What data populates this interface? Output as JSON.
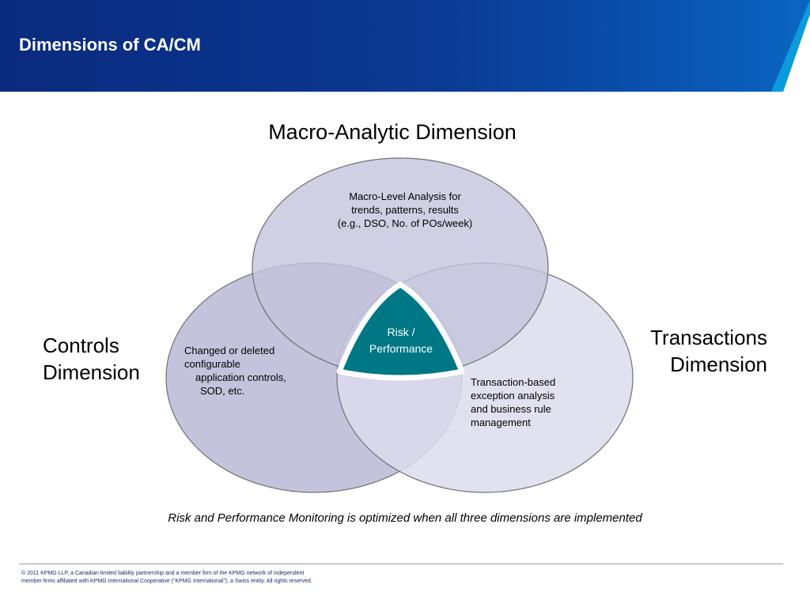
{
  "header": {
    "title": "Dimensions of CA/CM",
    "colors": {
      "dark_blue": "#0a2a7e",
      "mid_blue": "#0d4aa8",
      "accent_cyan": "#00a3de"
    }
  },
  "diagram": {
    "macro": {
      "title": "Macro-Analytic Dimension",
      "description": [
        "Macro-Level Analysis for",
        "trends, patterns, results",
        "(e.g., DSO, No. of POs/week)"
      ]
    },
    "controls": {
      "title": [
        "Controls",
        "Dimension"
      ],
      "description": [
        "Changed or deleted",
        "configurable",
        "application controls,",
        "SOD, etc."
      ]
    },
    "transactions": {
      "title": [
        "Transactions",
        "Dimension"
      ],
      "description": [
        "Transaction-based",
        "exception analysis",
        "and business rule",
        "management"
      ]
    },
    "center": {
      "label": [
        "Risk /",
        "Performance"
      ],
      "color": "#007784"
    },
    "colors": {
      "circle_top": "#c3c4dc",
      "circle_left": "#c3c4dc",
      "circle_right": "#dcdcec",
      "outline": "#707070"
    }
  },
  "caption": "Risk and Performance Monitoring is optimized when all three dimensions are implemented",
  "footer": {
    "copyright": [
      "© 2011 KPMG LLP, a Canadian limited liability partnership and a member firm of the KPMG network of independent",
      "member firms affiliated with KPMG International Cooperative (“KPMG International”), a Swiss entity. All rights reserved."
    ]
  }
}
